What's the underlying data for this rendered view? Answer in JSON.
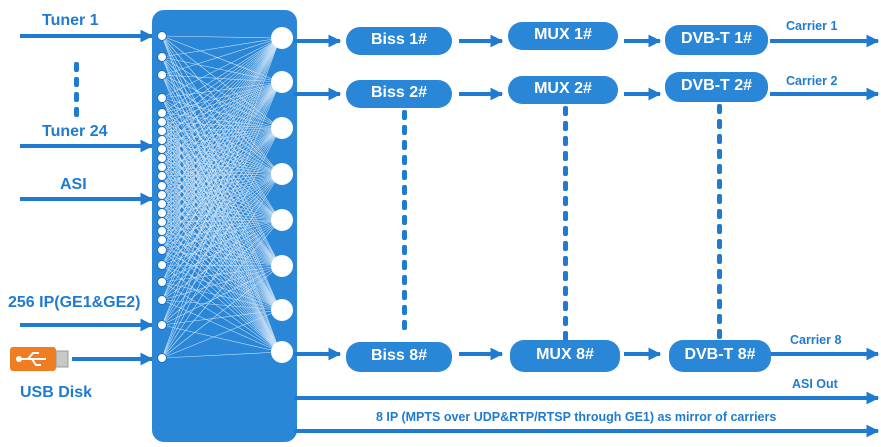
{
  "colors": {
    "primary": "#1f7bd1",
    "box": "#2a86d6",
    "label_text": "#ffffff",
    "usb_orange": "#ef7d22"
  },
  "inputs": {
    "tuner_first": "Tuner 1",
    "tuner_last": "Tuner 24",
    "asi": "ASI",
    "ip": "256 IP(GE1&GE2)",
    "usb": "USB Disk"
  },
  "chains": [
    {
      "biss": "Biss 1#",
      "mux": "MUX 1#",
      "dvbt": "DVB-T 1#",
      "carrier": "Carrier 1"
    },
    {
      "biss": "Biss 2#",
      "mux": "MUX 2#",
      "dvbt": "DVB-T 2#",
      "carrier": "Carrier 2"
    },
    {
      "biss": "Biss 8#",
      "mux": "MUX 8#",
      "dvbt": "DVB-T 8#",
      "carrier": "Carrier 8"
    }
  ],
  "outputs": {
    "asi_out": "ASI Out",
    "ip_mirror": "8 IP (MPTS over UDP&RTP/RTSP through GE1) as mirror of carriers"
  },
  "icons": {
    "usb": "usb-flash-drive-icon"
  }
}
